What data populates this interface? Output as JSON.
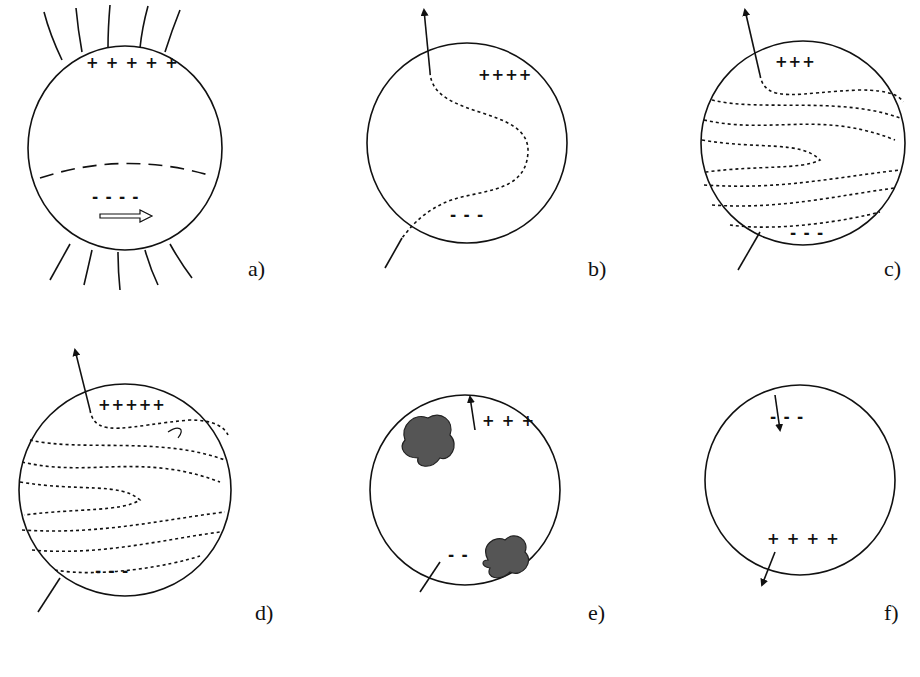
{
  "diagram": {
    "labels": [
      "+ + + + +",
      "- - - -",
      "a)",
      "++++",
      "- - -",
      "b)",
      "+++",
      "- - -",
      "c)",
      "+++++",
      "- - -",
      "d)",
      "+ + +",
      "- -",
      "e)",
      "- - -",
      "+ + + +",
      "f)"
    ]
  }
}
